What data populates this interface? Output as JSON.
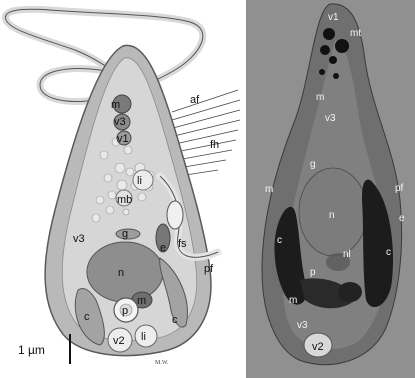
{
  "drawing": {
    "labels": {
      "af": "af",
      "fh": "fh",
      "m1": "m",
      "v3a": "v3",
      "v1": "v1",
      "li1": "li",
      "mb": "mb",
      "v3b": "v3",
      "g": "g",
      "e": "e",
      "fs": "fs",
      "pf": "pf",
      "n": "n",
      "m2": "m",
      "c1": "c",
      "c2": "c",
      "p": "p",
      "v2": "v2",
      "li2": "li"
    },
    "scale_bar": "1 µm",
    "signature": "M.W."
  },
  "micrograph": {
    "labels": {
      "v1": "v1",
      "mt": "mt",
      "m1": "m",
      "v3a": "v3",
      "g": "g",
      "m2": "m",
      "pf": "pf",
      "n": "n",
      "e": "e",
      "c1": "c",
      "c2": "c",
      "nl": "nl",
      "p": "p",
      "m3": "m",
      "v3b": "v3",
      "v2": "v2"
    }
  },
  "colors": {
    "cell_fill": "#b9b9b9",
    "cell_edge": "#5a5a5a",
    "inner_fill": "#d6d6d6",
    "nucleus": "#8e8e8e",
    "organelle_dark": "#6e6e6e",
    "micrograph_bg": "#8a8a8a",
    "background": "#ffffff"
  }
}
